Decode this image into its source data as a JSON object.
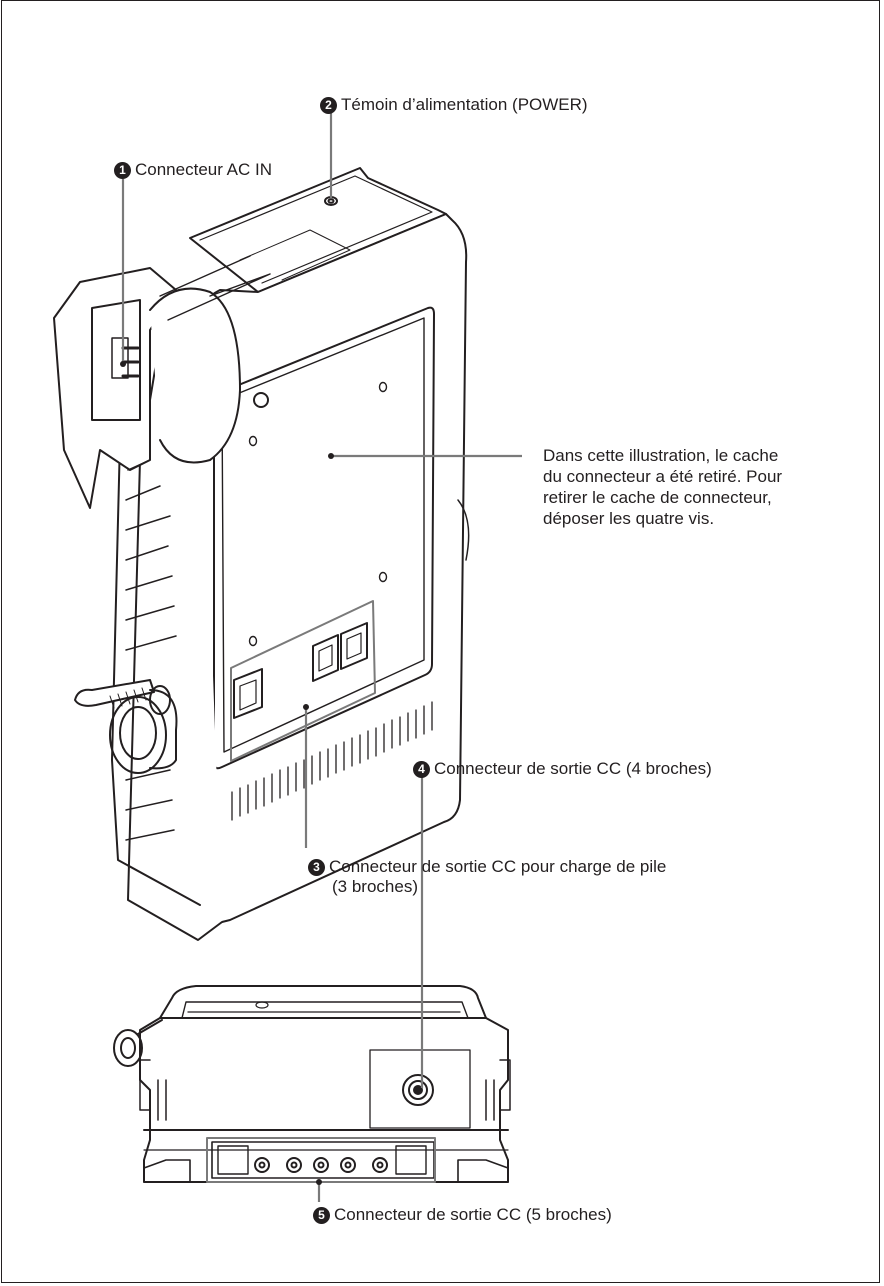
{
  "callouts": {
    "c1": {
      "number": "1",
      "label": "Connecteur AC IN"
    },
    "c2": {
      "number": "2",
      "label": "Témoin d’alimentation (POWER)"
    },
    "c3": {
      "number": "3",
      "label": "Connecteur de sortie CC pour charge de pile",
      "label_line2": "(3 broches)"
    },
    "c4": {
      "number": "4",
      "label": "Connecteur de sortie CC (4 broches)"
    },
    "c5": {
      "number": "5",
      "label": "Connecteur de sortie CC (5 broches)"
    }
  },
  "note": {
    "lines": [
      "Dans cette illustration, le cache",
      "du connecteur a été retiré. Pour",
      "retirer le cache de connecteur,",
      "déposer les quatre vis."
    ]
  },
  "colors": {
    "ink": "#231f20",
    "highlight": "#7a7a7a",
    "background": "#ffffff"
  }
}
